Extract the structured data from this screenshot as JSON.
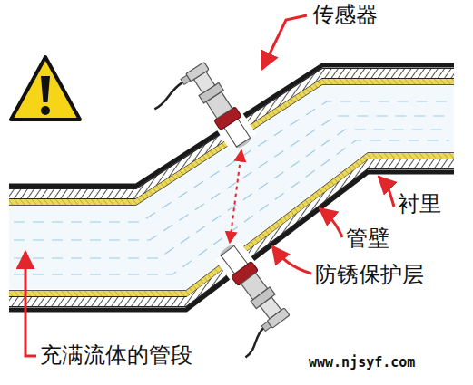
{
  "diagram": {
    "labels": [
      "传感器",
      "衬里",
      "管壁",
      "防锈保护层",
      "充满流体的管段",
      "www.njsyf.com"
    ]
  }
}
